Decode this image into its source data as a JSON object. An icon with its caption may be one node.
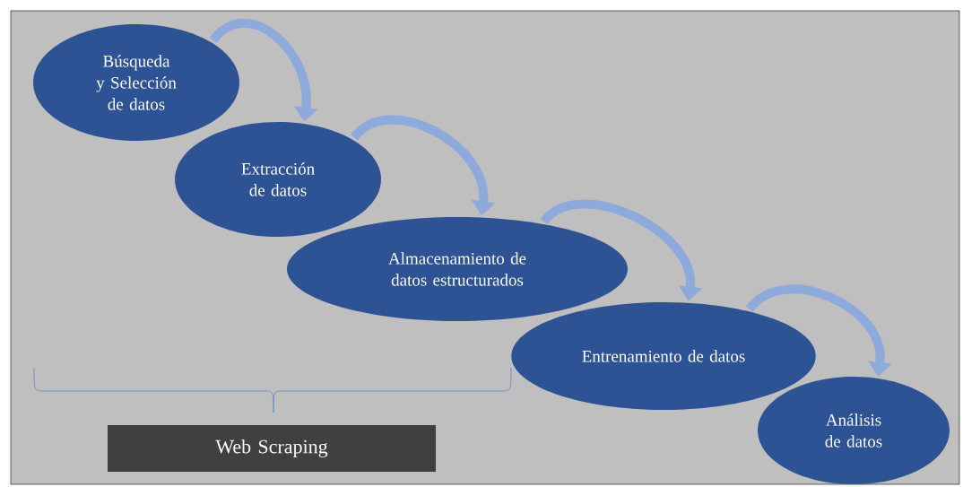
{
  "diagram": {
    "nodes": [
      {
        "text": [
          "Búsqueda y Selección de datos"
        ]
      },
      {
        "text": [
          "Extracción de datos"
        ]
      },
      {
        "text": [
          "Almacenamiento de datos estructurados"
        ]
      },
      {
        "text": [
          "Entrenamiento de datos"
        ]
      },
      {
        "text": [
          "Análisis de datos"
        ]
      },
      {
        "text": [
          "Web Scraping"
        ]
      }
    ],
    "edges": [
      {
        "from": 0,
        "to": 1,
        "arrow": "to"
      },
      {
        "from": 1,
        "to": 2,
        "arrow": "to"
      },
      {
        "from": 2,
        "to": 3,
        "arrow": "to"
      },
      {
        "from": 3,
        "to": 4,
        "arrow": "to"
      }
    ]
  }
}
